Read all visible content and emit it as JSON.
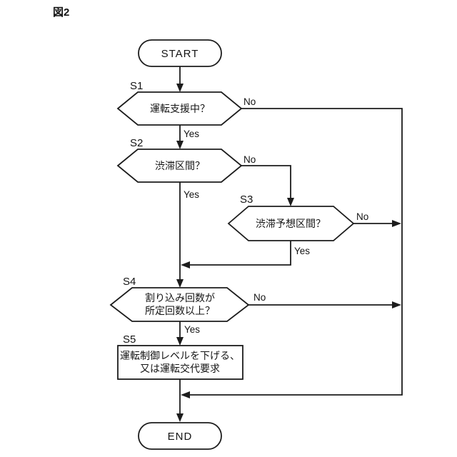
{
  "figure": {
    "label": "図2"
  },
  "branch": {
    "yes": "Yes",
    "no": "No"
  },
  "nodes": {
    "start": {
      "label": "START"
    },
    "s1": {
      "step": "S1",
      "text": "運転支援中？"
    },
    "s2": {
      "step": "S2",
      "text": "渋滞区間？"
    },
    "s3": {
      "step": "S3",
      "text": "渋滞予想区間？"
    },
    "s4": {
      "step": "S4",
      "line1": "割り込み回数が",
      "line2": "所定回数以上？"
    },
    "s5": {
      "step": "S5",
      "line1": "運転制御レベルを下げる、",
      "line2": "又は運転交代要求"
    },
    "end": {
      "label": "END"
    }
  }
}
